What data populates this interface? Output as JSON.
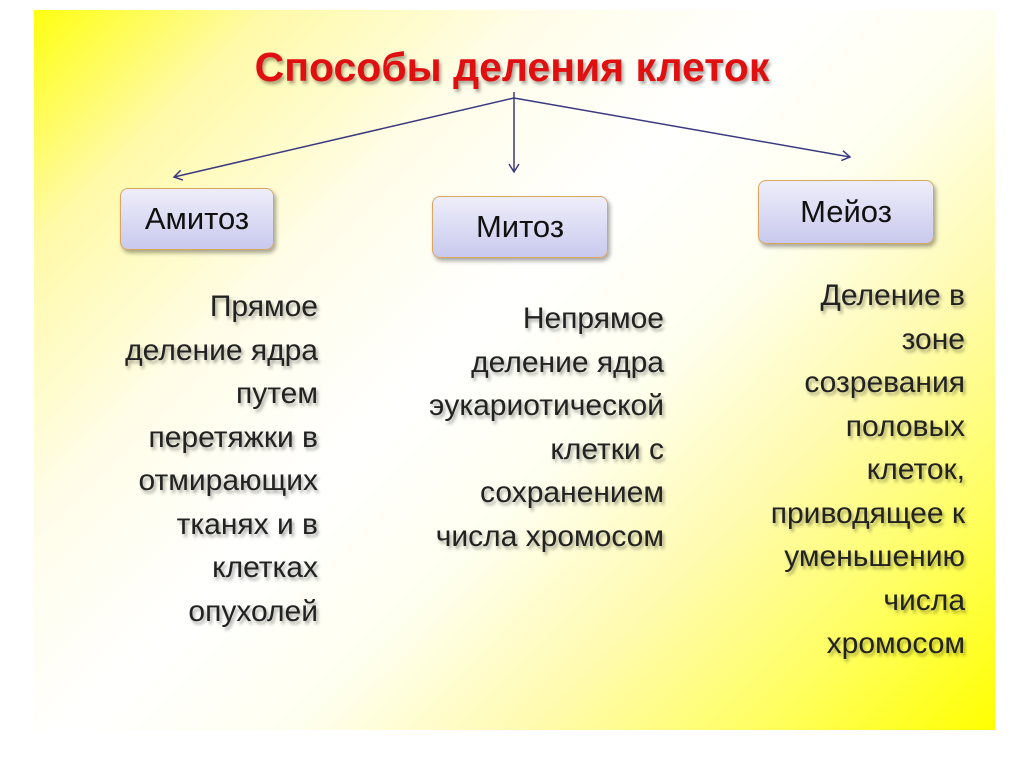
{
  "title": "Способы деления клеток",
  "colors": {
    "title": "#e01010",
    "arrow": "#3a3a80",
    "box_border": "#d9a760"
  },
  "methods": [
    {
      "name": "Амитоз",
      "description": [
        "Прямое",
        "деление ядра",
        "путем",
        "перетяжки в",
        "отмирающих",
        "тканях и в",
        "клетках",
        "опухолей"
      ]
    },
    {
      "name": "Митоз",
      "description": [
        "Непрямое",
        "деление ядра",
        "эукариотической",
        "клетки с",
        "сохранением",
        "числа хромосом"
      ]
    },
    {
      "name": "Мейоз",
      "description": [
        "Деление в",
        "зоне",
        "созревания",
        "половых",
        "клеток,",
        "приводящее к",
        "уменьшению",
        "числа",
        "хромосом"
      ]
    }
  ]
}
